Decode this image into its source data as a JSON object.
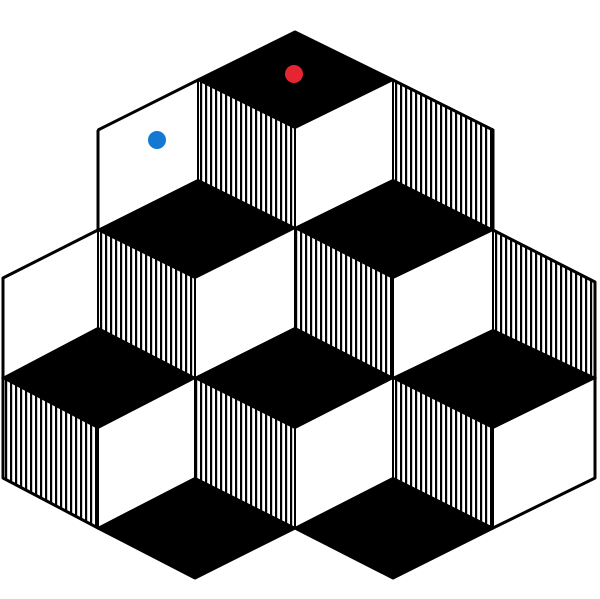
{
  "figure": {
    "kind": "isometric-cube-illusion",
    "cube_count": 6,
    "face_colors": {
      "top": "#000000",
      "left": "#ffffff",
      "right": "#ffffff",
      "stripe": "#000000",
      "outline": "#000000"
    },
    "markers": [
      {
        "id": "red",
        "color": "#e52531"
      },
      {
        "id": "blue",
        "color": "#1479d2"
      }
    ]
  }
}
